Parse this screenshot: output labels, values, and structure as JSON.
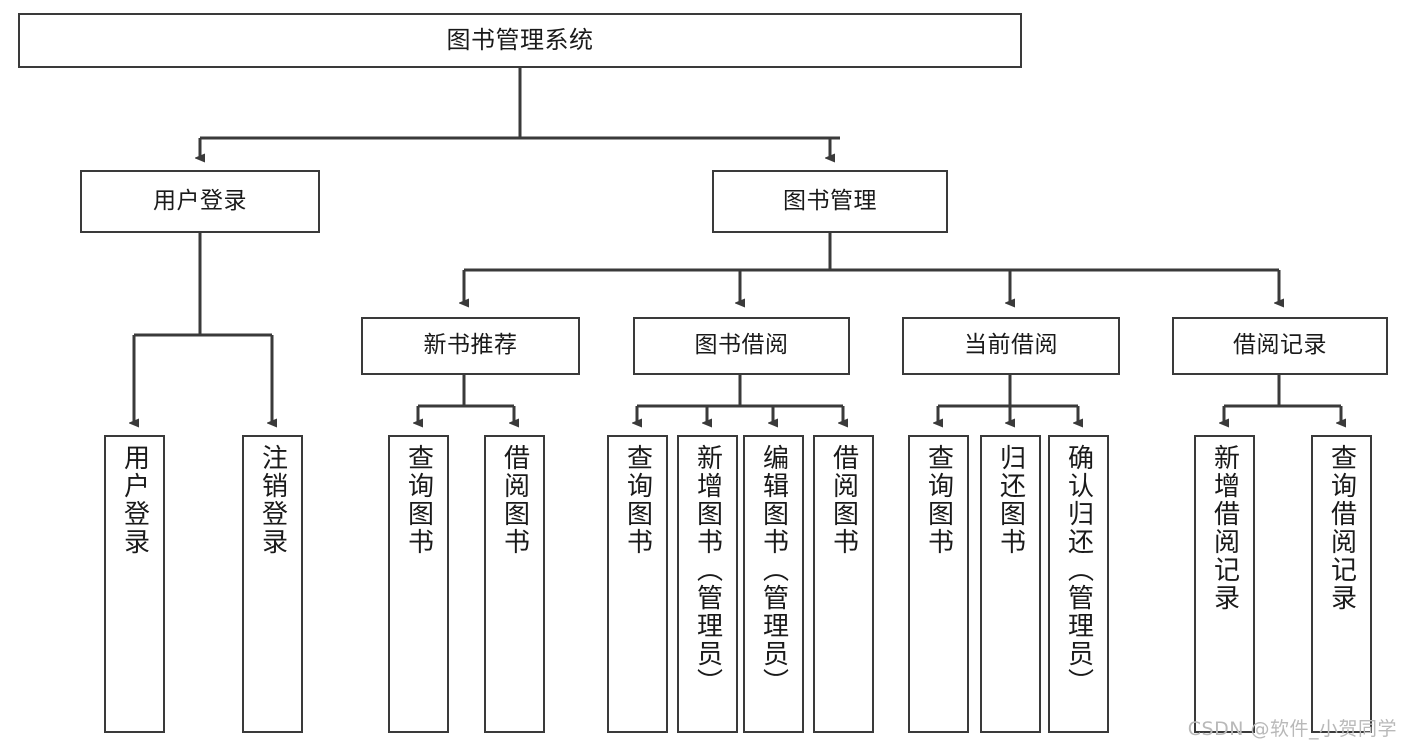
{
  "diagram": {
    "title": "图书管理系统",
    "type": "tree",
    "watermark": "CSDN @软件_小贺同学",
    "colors": {
      "stroke": "#3a3a3a",
      "fill": "#ffffff",
      "text": "#1a1a1a",
      "watermark": "#b9b9b9"
    },
    "nodes": {
      "root": {
        "label": "图书管理系统"
      },
      "level1": [
        {
          "label": "用户登录"
        },
        {
          "label": "图书管理"
        }
      ],
      "level2": [
        {
          "label": "新书推荐"
        },
        {
          "label": "图书借阅"
        },
        {
          "label": "当前借阅"
        },
        {
          "label": "借阅记录"
        }
      ],
      "leaves": {
        "user_login": [
          {
            "label": "用户登录"
          },
          {
            "label": "注销登录"
          }
        ],
        "new_book": [
          {
            "label": "查询图书"
          },
          {
            "label": "借阅图书"
          }
        ],
        "book_borrow": [
          {
            "label": "查询图书"
          },
          {
            "label": "新增图书（管理员）"
          },
          {
            "label": "编辑图书（管理员）"
          },
          {
            "label": "借阅图书"
          }
        ],
        "current_borrow": [
          {
            "label": "查询图书"
          },
          {
            "label": "归还图书"
          },
          {
            "label": "确认归还（管理员）"
          }
        ],
        "borrow_record": [
          {
            "label": "新增借阅记录"
          },
          {
            "label": "查询借阅记录"
          }
        ]
      }
    }
  }
}
